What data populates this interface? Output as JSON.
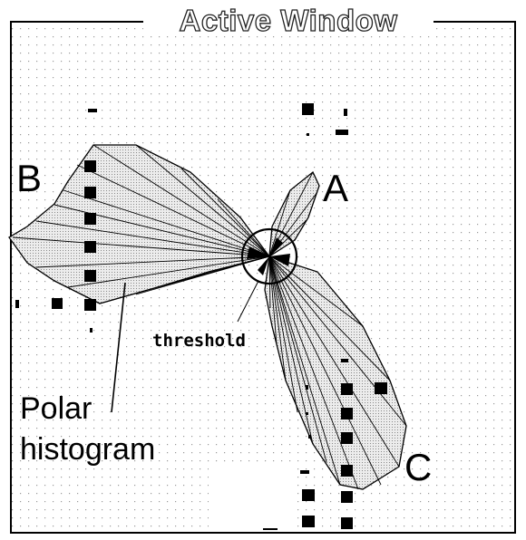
{
  "window": {
    "title": "Active Window"
  },
  "regions": {
    "label_a": "A",
    "label_b": "B",
    "label_c": "C"
  },
  "annotations": {
    "threshold": "threshold",
    "polar_histogram_line1": "Polar",
    "polar_histogram_line2": "histogram"
  },
  "colors": {
    "frame": "#000000",
    "grid_dot": "#9a9a9a",
    "lobe_fill": "#dedede",
    "lobe_stroke": "#000000",
    "obstacle": "#000000"
  }
}
